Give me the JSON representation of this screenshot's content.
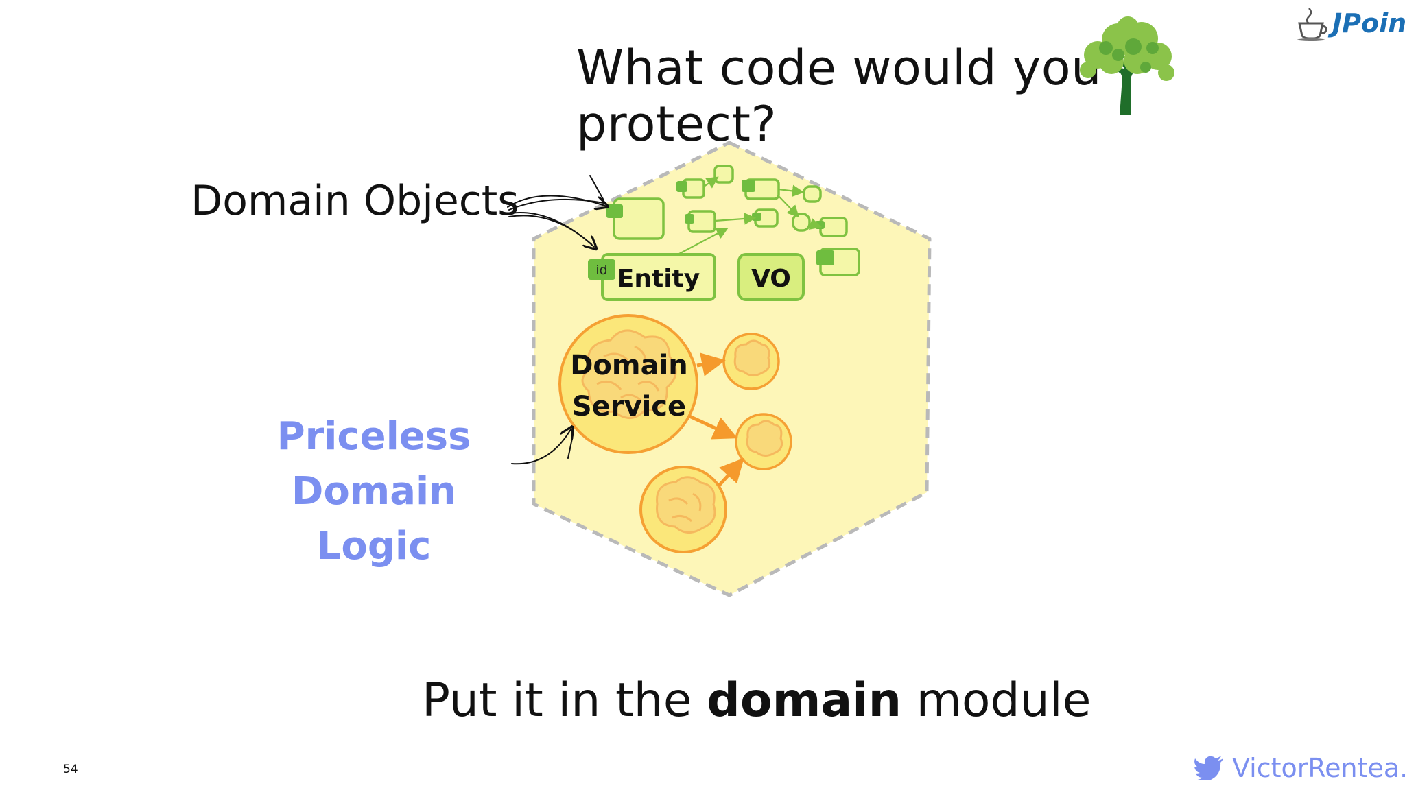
{
  "slide": {
    "title": "What code would you protect?",
    "brand": "JPoint",
    "slide_number": "54",
    "footer_handle": "VictorRentea.ro"
  },
  "labels": {
    "domain_objects": "Domain Objects",
    "priceless_line1": "Priceless",
    "priceless_line2": "Domain Logic"
  },
  "diagram": {
    "entity_label": "Entity",
    "entity_badge": "id",
    "vo_label": "VO",
    "service_line1": "Domain",
    "service_line2": "Service"
  },
  "bottom": {
    "before": "Put it in the ",
    "emphasis": "domain",
    "after": " module"
  },
  "colors": {
    "hexagon_fill": "#fdf6b8",
    "hexagon_border": "#b9b9b9",
    "box_fill": "#f4f7a8",
    "box_border": "#7fc241",
    "box_badge": "#6fbd3f",
    "vo_fill": "#d9ee7f",
    "brain_circle_fill": "#fbe77a",
    "brain_circle_border": "#f5a033",
    "arrow_orange": "#f59a2c",
    "accent_blue": "#7b8ff0",
    "brand_blue": "#1b6fb5"
  },
  "icons": [
    "tree-icon",
    "coffee-cup-icon",
    "twitter-bird-icon",
    "brain-icon"
  ]
}
